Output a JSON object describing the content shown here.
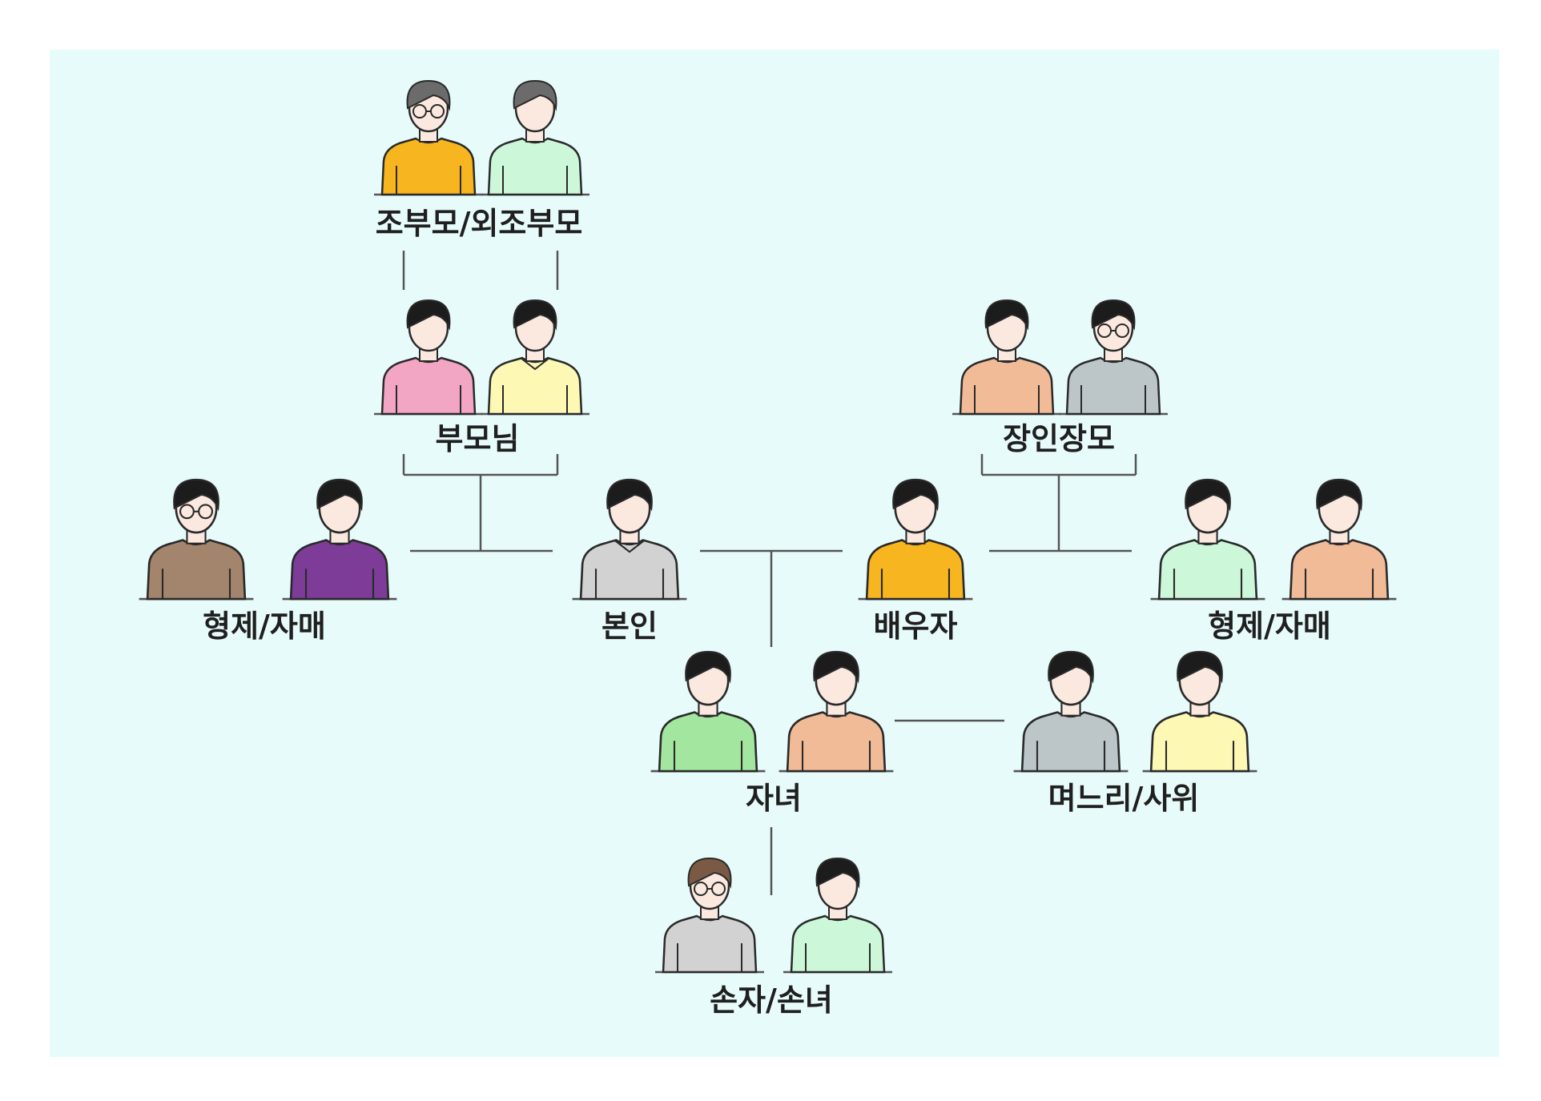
{
  "palette": {
    "background": "#e8fbfb",
    "line": "#555555",
    "skin": "#fbe9df",
    "hair": "#1c1c1c",
    "hair_gray": "#6b6b6b",
    "hair_brown": "#7a5a44",
    "yellow_orange": "#f7b51f",
    "mint": "#ccf7d9",
    "pink": "#f3a6c4",
    "light_yellow": "#fdf8b4",
    "peach": "#f2bb98",
    "gray_blue": "#bcc6c9",
    "brown": "#a3846c",
    "purple": "#7d3c98",
    "light_gray": "#d2d2d2",
    "green": "#a3e6a0"
  },
  "groups": [
    {
      "id": "grandparents",
      "label": "조부모/외조부모",
      "people": [
        {
          "role": "grandparent-1",
          "shirt": "yellow_orange",
          "hair": "hair_gray",
          "glasses": true
        },
        {
          "role": "grandparent-2",
          "shirt": "mint",
          "hair": "hair_gray",
          "glasses": false
        }
      ]
    },
    {
      "id": "parents",
      "label": "부모님",
      "people": [
        {
          "role": "mother",
          "shirt": "pink",
          "hair": "hair",
          "glasses": false
        },
        {
          "role": "father",
          "shirt": "light_yellow",
          "hair": "hair",
          "glasses": false,
          "collar": true
        }
      ]
    },
    {
      "id": "in-laws",
      "label": "장인장모",
      "people": [
        {
          "role": "in-law-1",
          "shirt": "peach",
          "hair": "hair",
          "glasses": false
        },
        {
          "role": "in-law-2",
          "shirt": "gray_blue",
          "hair": "hair",
          "glasses": true
        }
      ]
    },
    {
      "id": "siblings-left",
      "label": "형제/자매",
      "people": [
        {
          "role": "brother",
          "shirt": "brown",
          "hair": "hair",
          "glasses": true
        },
        {
          "role": "sister",
          "shirt": "purple",
          "hair": "hair",
          "glasses": false
        }
      ]
    },
    {
      "id": "self",
      "label": "본인",
      "people": [
        {
          "role": "self",
          "shirt": "light_gray",
          "hair": "hair",
          "glasses": false,
          "collar": true
        }
      ]
    },
    {
      "id": "spouse",
      "label": "배우자",
      "people": [
        {
          "role": "spouse",
          "shirt": "yellow_orange",
          "hair": "hair",
          "glasses": false
        }
      ]
    },
    {
      "id": "siblings-right",
      "label": "형제/자매",
      "people": [
        {
          "role": "sibling-1",
          "shirt": "mint",
          "hair": "hair",
          "glasses": false
        },
        {
          "role": "sibling-2",
          "shirt": "peach",
          "hair": "hair",
          "glasses": false
        }
      ]
    },
    {
      "id": "children",
      "label": "자녀",
      "people": [
        {
          "role": "son",
          "shirt": "green",
          "hair": "hair",
          "glasses": false
        },
        {
          "role": "daughter",
          "shirt": "peach",
          "hair": "hair",
          "glasses": false
        }
      ]
    },
    {
      "id": "children-in-law",
      "label": "며느리/사위",
      "people": [
        {
          "role": "son-in-law",
          "shirt": "gray_blue",
          "hair": "hair",
          "glasses": false
        },
        {
          "role": "daughter-in-law",
          "shirt": "light_yellow",
          "hair": "hair",
          "glasses": false
        }
      ]
    },
    {
      "id": "grandchildren",
      "label": "손자/손녀",
      "people": [
        {
          "role": "grandson",
          "shirt": "light_gray",
          "hair": "hair_brown",
          "glasses": true
        },
        {
          "role": "granddaughter",
          "shirt": "mint",
          "hair": "hair",
          "glasses": false
        }
      ]
    }
  ]
}
